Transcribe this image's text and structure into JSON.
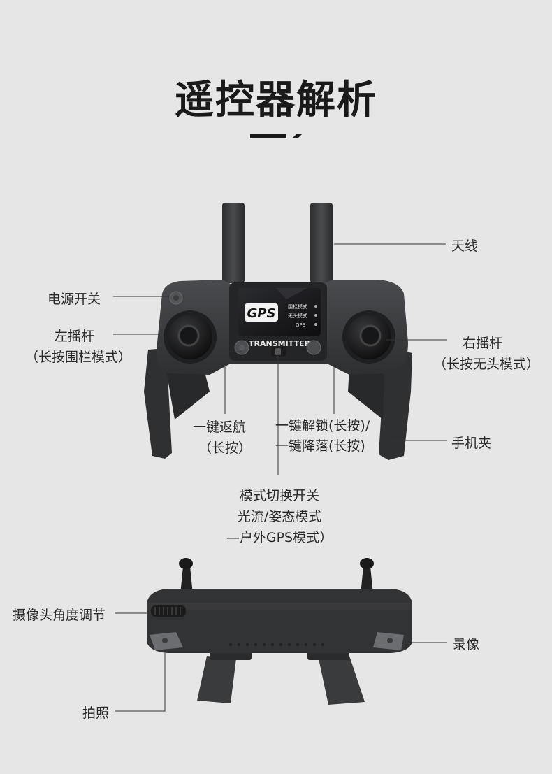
{
  "title": "遥控器解析",
  "labels": {
    "antenna": "天线",
    "power_switch": "电源开关",
    "left_stick": "左摇杆",
    "left_stick_note": "（长按围栏模式）",
    "right_stick": "右摇杆",
    "right_stick_note": "（长按无头模式）",
    "return_home_1": "一键返航",
    "return_home_2": "（长按）",
    "unlock": "一键解锁(长按)/",
    "land": "一键降落(长按)",
    "phone_clamp": "手机夹",
    "mode_switch_1": "模式切换开关",
    "mode_switch_2": "光流/姿态模式",
    "mode_switch_3": "—户外GPS模式）",
    "camera_angle": "摄像头角度调节",
    "record": "录像",
    "photo": "拍照"
  },
  "screen": {
    "logo": "GPS",
    "brand": "TRANSMITTER",
    "mode_1": "围栏模式",
    "mode_2": "无头模式",
    "mode_3": "GPS"
  },
  "colors": {
    "background": "#e6e6e6",
    "body": "#3b3c3e",
    "accent": "#e53935"
  }
}
